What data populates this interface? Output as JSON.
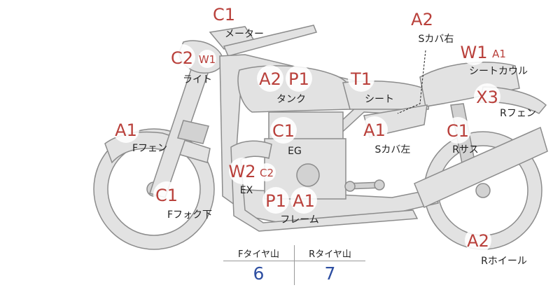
{
  "parts": {
    "meter": {
      "label": "メーター",
      "grade": "C1"
    },
    "light": {
      "label": "ライト",
      "grade": "C2",
      "sub": "W1"
    },
    "tank": {
      "label": "タンク",
      "grade": "A2",
      "grade2": "P1"
    },
    "seat": {
      "label": "シート",
      "grade": "T1"
    },
    "side_cover_r": {
      "label": "Sカバ右",
      "grade": "A2"
    },
    "seat_cowl": {
      "label": "シートカウル",
      "grade": "W1",
      "sub": "A1"
    },
    "rear_fender": {
      "label": "Rフェン",
      "grade": "X3"
    },
    "front_fender": {
      "label": "Fフェン",
      "grade": "A1"
    },
    "engine": {
      "label": "EG",
      "grade": "C1"
    },
    "side_cover_l": {
      "label": "Sカバ左",
      "grade": "A1"
    },
    "rear_susp": {
      "label": "Rサス",
      "grade": "C1"
    },
    "exhaust": {
      "label": "EX",
      "grade": "W2",
      "sub": "C2"
    },
    "front_fork": {
      "label": "Fフォク下",
      "grade": "C1"
    },
    "frame": {
      "label": "フレーム",
      "grade": "P1",
      "grade2": "A1"
    },
    "rear_wheel": {
      "label": "Rホイール",
      "grade": "A2"
    }
  },
  "tire_tread": {
    "front_label": "Fタイヤ山",
    "rear_label": "Rタイヤ山",
    "front_value": "6",
    "rear_value": "7"
  },
  "colors": {
    "grade": "#b9403b",
    "tread_value": "#2d4ea1",
    "bike_fill": "#e2e2e2",
    "bike_outline": "#8c8c8c"
  }
}
